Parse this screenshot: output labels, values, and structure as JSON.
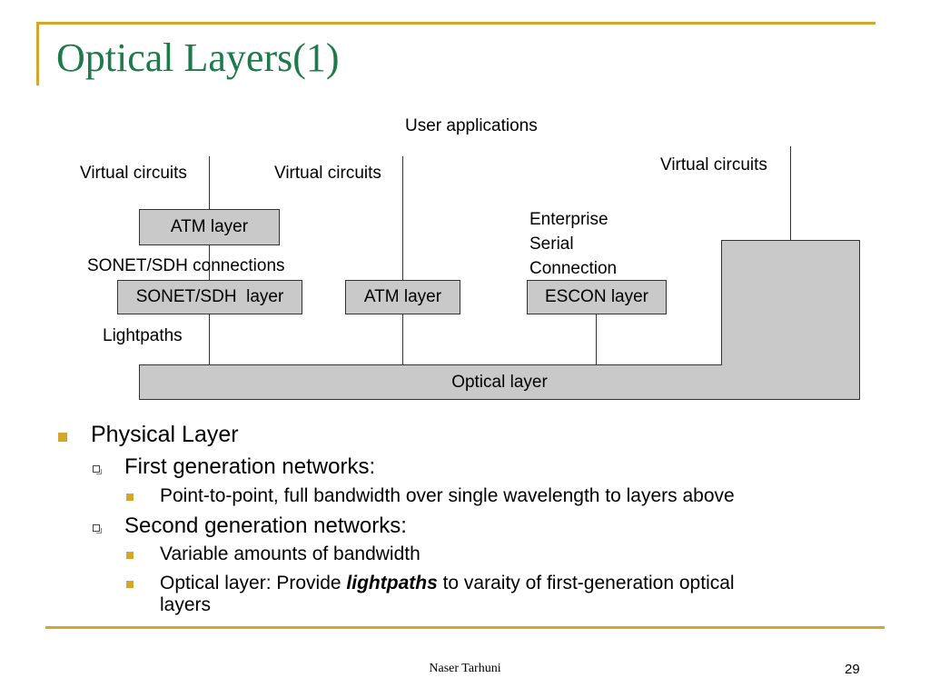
{
  "slide": {
    "title": "Optical Layers(1)",
    "accent_color": "#d4a72c",
    "title_color": "#1d7a4a"
  },
  "diagram": {
    "user_applications": "User applications",
    "virtual_circuits_1": "Virtual circuits",
    "virtual_circuits_2": "Virtual circuits",
    "virtual_circuits_3": "Virtual circuits",
    "atm_layer_top": "ATM layer",
    "sonet_connections": "SONET/SDH  connections",
    "enterprise_serial_connection": [
      "Enterprise",
      "Serial",
      "Connection"
    ],
    "sonet_layer": "SONET/SDH  layer",
    "atm_layer_mid": "ATM layer",
    "escon_layer": "ESCON layer",
    "lightpaths": "Lightpaths",
    "optical_layer": "Optical layer"
  },
  "bullets": {
    "level1": "Physical Layer",
    "first_gen": "First generation networks:",
    "first_gen_item": "Point-to-point, full bandwidth over single wavelength to layers above",
    "second_gen": "Second generation networks:",
    "second_gen_item1": "Variable amounts of bandwidth",
    "second_gen_item2_pre": "Optical layer: Provide ",
    "second_gen_item2_bold": "lightpaths",
    "second_gen_item2_post": " to varaity of first-generation optical",
    "second_gen_item2_line2": "layers"
  },
  "footer": {
    "author": "Naser Tarhuni",
    "page_number": "29"
  }
}
